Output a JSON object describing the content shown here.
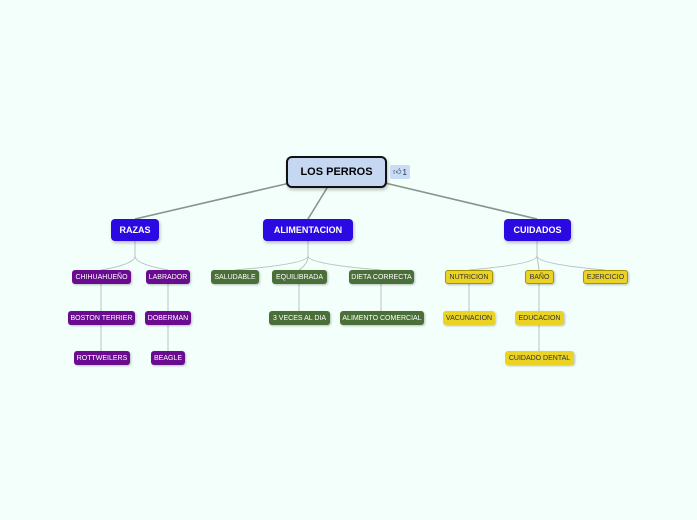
{
  "root": {
    "label": "LOS PERROS",
    "likes": "1",
    "like_icon": "thumbs-up-icon"
  },
  "branches": [
    {
      "label": "RAZAS",
      "color": "#2a09e2",
      "children": [
        {
          "label": "CHIHUAHUEÑO",
          "children": [
            "BOSTON TERRIER",
            "ROTTWEILERS"
          ]
        },
        {
          "label": "LABRADOR",
          "children": [
            "DOBERMAN",
            "BEAGLE"
          ]
        }
      ]
    },
    {
      "label": "ALIMENTACION",
      "color": "#2a09e2",
      "children": [
        {
          "label": "SALUDABLE",
          "children": []
        },
        {
          "label": "EQUILIBRADA",
          "children": [
            "3 VECES AL DIA"
          ]
        },
        {
          "label": "DIETA CORRECTA",
          "children": [
            "ALIMENTO COMERCIAL"
          ]
        }
      ]
    },
    {
      "label": "CUIDADOS",
      "color": "#2a09e2",
      "children": [
        {
          "label": "NUTRICION",
          "children": [
            "VACUNACION"
          ]
        },
        {
          "label": "BAÑO",
          "children": [
            "EDUCACION",
            "CUIDADO DENTAL"
          ]
        },
        {
          "label": "EJERCICIO",
          "children": []
        }
      ]
    }
  ],
  "colors": {
    "razas": "#6a0c8f",
    "alimentacion": "#4b6f38",
    "cuidados": "#ead324",
    "background": "#f3fffa"
  }
}
